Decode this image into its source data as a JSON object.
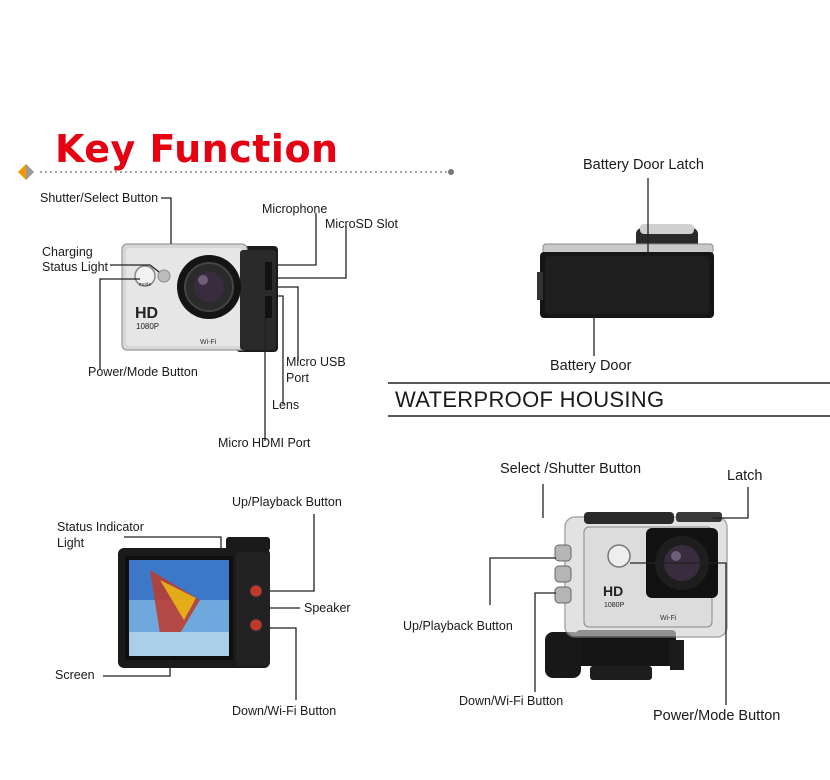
{
  "title": "Key Function",
  "section_title": "WATERPROOF HOUSING",
  "colors": {
    "title": "#e60012",
    "accent_orange": "#f39800",
    "accent_gray": "#9a9a9a"
  },
  "camera_front": {
    "labels": {
      "shutter": "Shutter/Select Button",
      "charging": "Charging",
      "charging2": "Status Light",
      "microphone": "Microphone",
      "microsd": "MicroSD Slot",
      "power_mode": "Power/Mode Button",
      "micro_usb": "Micro USB",
      "micro_usb2": "Port",
      "lens": "Lens",
      "micro_hdmi": "Micro HDMI Port"
    },
    "body_text": {
      "hd": "HD",
      "res": "1080P",
      "wifi": "Wi-Fi",
      "mode": "mode"
    }
  },
  "camera_top": {
    "labels": {
      "battery_latch": "Battery Door Latch",
      "battery_door": "Battery Door"
    }
  },
  "camera_back": {
    "labels": {
      "status_indicator": "Status Indicator",
      "status_indicator2": "Light",
      "up_playback": "Up/Playback Button",
      "speaker": "Speaker",
      "screen": "Screen",
      "down_wifi": "Down/Wi-Fi Button"
    }
  },
  "housing": {
    "labels": {
      "select_shutter": "Select /Shutter Button",
      "latch": "Latch",
      "up_playback": "Up/Playback Button",
      "down_wifi": "Down/Wi-Fi Button",
      "power_mode": "Power/Mode Button"
    },
    "body_text": {
      "hd": "HD",
      "res": "1080P",
      "wifi": "Wi-Fi"
    }
  }
}
